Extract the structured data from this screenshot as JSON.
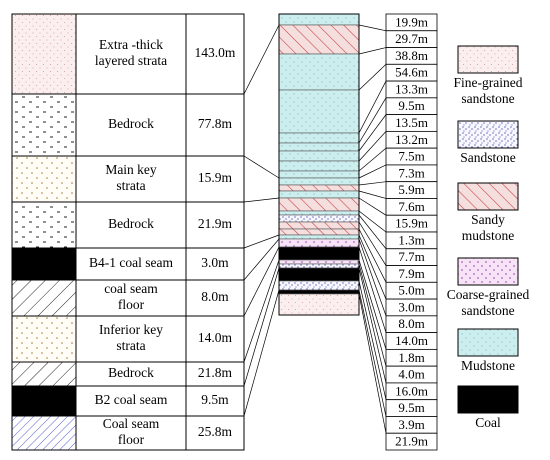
{
  "left_table": {
    "rows": [
      {
        "name": "Extra -thick layered strata",
        "lines": [
          "Extra -thick",
          "layered strata"
        ],
        "thickness": "143.0m",
        "pattern": "fine"
      },
      {
        "name": "Bedrock",
        "lines": [
          "Bedrock"
        ],
        "thickness": "77.8m",
        "pattern": "bedrock"
      },
      {
        "name": "Main key strata",
        "lines": [
          "Main key",
          "strata"
        ],
        "thickness": "15.9m",
        "pattern": "keydots"
      },
      {
        "name": "Bedrock",
        "lines": [
          "Bedrock"
        ],
        "thickness": "21.9m",
        "pattern": "bedrock"
      },
      {
        "name": "B4-1 coal seam",
        "lines": [
          "B4-1 coal seam"
        ],
        "thickness": "3.0m",
        "pattern": "coal"
      },
      {
        "name": "coal seam floor",
        "lines": [
          "coal seam",
          "floor"
        ],
        "thickness": "8.0m",
        "pattern": "hatch"
      },
      {
        "name": "Inferior key strata",
        "lines": [
          "Inferior key",
          "strata"
        ],
        "thickness": "14.0m",
        "pattern": "keydots"
      },
      {
        "name": "Bedrock",
        "lines": [
          "Bedrock"
        ],
        "thickness": "21.8m",
        "pattern": "hatch"
      },
      {
        "name": "B2 coal seam",
        "lines": [
          "B2 coal seam"
        ],
        "thickness": "9.5m",
        "pattern": "coal"
      },
      {
        "name": "Coal seam floor",
        "lines": [
          "Coal seam",
          "floor"
        ],
        "thickness": "25.8m",
        "pattern": "bluehatch"
      }
    ]
  },
  "column": {
    "layers": [
      {
        "thickness": "19.9m",
        "lithology": "mudstone"
      },
      {
        "thickness": "29.7m",
        "lithology": "sandy mudstone"
      },
      {
        "thickness": "38.8m",
        "lithology": "mudstone"
      },
      {
        "thickness": "54.6m",
        "lithology": "mudstone"
      },
      {
        "thickness": "13.3m",
        "lithology": "mudstone"
      },
      {
        "thickness": "9.5m",
        "lithology": "mudstone"
      },
      {
        "thickness": "13.5m",
        "lithology": "mudstone"
      },
      {
        "thickness": "13.2m",
        "lithology": "mudstone"
      },
      {
        "thickness": "7.5m",
        "lithology": "mudstone"
      },
      {
        "thickness": "7.3m",
        "lithology": "mudstone"
      },
      {
        "thickness": "5.9m",
        "lithology": "sandy mudstone"
      },
      {
        "thickness": "7.6m",
        "lithology": "mudstone"
      },
      {
        "thickness": "15.9m",
        "lithology": "sandy mudstone"
      },
      {
        "thickness": "1.3m",
        "lithology": "mudstone"
      },
      {
        "thickness": "7.7m",
        "lithology": "sandstone"
      },
      {
        "thickness": "7.9m",
        "lithology": "sandy mudstone"
      },
      {
        "thickness": "5.0m",
        "lithology": "sandy mudstone"
      },
      {
        "thickness": "3.0m",
        "lithology": "mudstone"
      },
      {
        "thickness": "8.0m",
        "lithology": "coarse-grained sandstone"
      },
      {
        "thickness": "14.0m",
        "lithology": "coal"
      },
      {
        "thickness": "1.8m",
        "lithology": "coarse-grained sandstone"
      },
      {
        "thickness": "4.0m",
        "lithology": "sandstone"
      },
      {
        "thickness": "16.0m",
        "lithology": "coal"
      },
      {
        "thickness": "9.5m",
        "lithology": "sandstone"
      },
      {
        "thickness": "3.9m",
        "lithology": "coal"
      },
      {
        "thickness": "21.9m",
        "lithology": "fine-grained sandstone"
      }
    ]
  },
  "legend": {
    "items": [
      {
        "key": "fine",
        "lines": [
          "Fine-grained",
          "sandstone"
        ]
      },
      {
        "key": "sand",
        "lines": [
          "Sandstone"
        ]
      },
      {
        "key": "sandymud",
        "lines": [
          "Sandy",
          "mudstone"
        ]
      },
      {
        "key": "coarse",
        "lines": [
          "Coarse-grained",
          "sandstone"
        ]
      },
      {
        "key": "mud",
        "lines": [
          "Mudstone"
        ]
      },
      {
        "key": "coal",
        "lines": [
          "Coal"
        ]
      }
    ]
  },
  "colors": {
    "mudstone": "#cdeeee",
    "sandy_mudstone": "#f4dede",
    "sandy_mudstone_hatch": "#c43a3a",
    "fine_sandstone": "#fbeeee",
    "sandstone_dots": "#3a3a9a",
    "coarse_sandstone": "#f6e4f6",
    "coarse_dots": "#b060c0",
    "coal": "#000000",
    "key_dots": "#a08040",
    "floor_hatch": "#5a6ad0"
  }
}
